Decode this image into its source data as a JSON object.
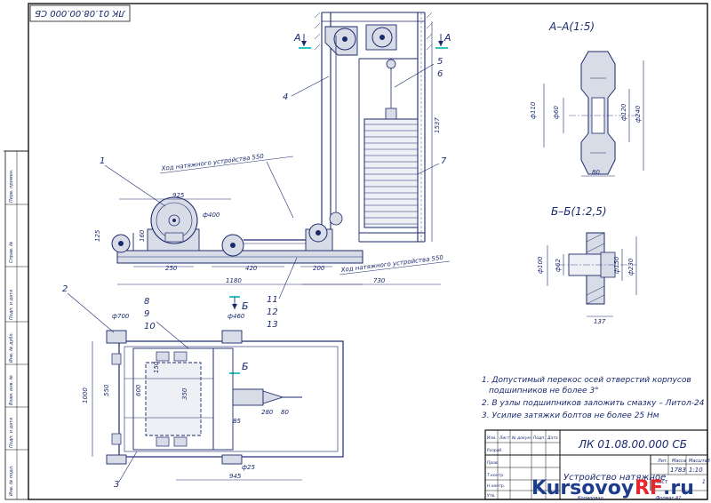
{
  "stamp": {
    "code_rotated": "ЛК 01.08.00.000 СБ"
  },
  "sections": {
    "aa_marker": "А",
    "bb_marker": "Б",
    "aa_title": "А–А(1:5)",
    "bb_title": "Б–Б(1:2,5)"
  },
  "strokes": {
    "top": "Ход натяжного устройства 550",
    "bottom": "Ход натяжного устройства 550"
  },
  "callouts": [
    "1",
    "2",
    "3",
    "4",
    "5",
    "6",
    "7",
    "8",
    "9",
    "10",
    "11",
    "12",
    "13"
  ],
  "dims": {
    "d925": "925",
    "d400": "ф400",
    "d125": "125",
    "d160": "160",
    "d250": "250",
    "d420": "420",
    "d200": "200",
    "d1180": "1180",
    "d730": "730",
    "d1537": "1537",
    "d1000": "1000",
    "d700": "ф700",
    "d460": "ф460",
    "d25": "ф25",
    "d945": "945",
    "d550": "550",
    "d600": "600",
    "d350": "350",
    "d280": "280",
    "d80": "80",
    "d150": "150",
    "d85": "85",
    "aa_f110": "ф110",
    "aa_f60": "ф60",
    "aa_f120": "ф120",
    "aa_f240": "ф240",
    "aa_80": "80",
    "bb_f100": "ф100",
    "bb_f62": "ф62",
    "bb_f150": "ф150",
    "bb_f230": "ф230",
    "bb_137": "137"
  },
  "notes": [
    "1. Допустимый перекос осей отверстий корпусов",
    "подшипников не более 3°",
    "2. В узлы подшипников заложить смазку – Литол-24",
    "3. Усилие затяжки болтов не более 25 Нм"
  ],
  "title_block": {
    "code": "ЛК 01.08.00.000 СБ",
    "name": "Устройство натяжное",
    "mass": "1783",
    "scale": "1:10",
    "sheet": "Лист",
    "sheets": "1",
    "copied": "Копировал",
    "format": "Формат А2",
    "row_labels": [
      "Изм.",
      "Лист",
      "№ докум.",
      "Подп.",
      "Дата",
      "Разраб.",
      "Пров.",
      "Т.контр.",
      "Н.контр.",
      "Утв."
    ],
    "col_labels": [
      "Лит.",
      "Масса",
      "Масштаб"
    ]
  },
  "side_stamp": [
    "Перв. примен.",
    "Справ. №",
    "Подп. и дата",
    "Инв. № дубл.",
    "Взам. инв. №",
    "Подп. и дата",
    "Инв. № подл."
  ],
  "watermark": {
    "part1": "Kursovoy",
    "part2": "RF",
    "part3": ".ru"
  },
  "colors": {
    "ink": "#1a2a6e",
    "cyan": "#00b4b4",
    "watermark_red": "#e8262b",
    "watermark_blue": "#1d3c8c"
  }
}
